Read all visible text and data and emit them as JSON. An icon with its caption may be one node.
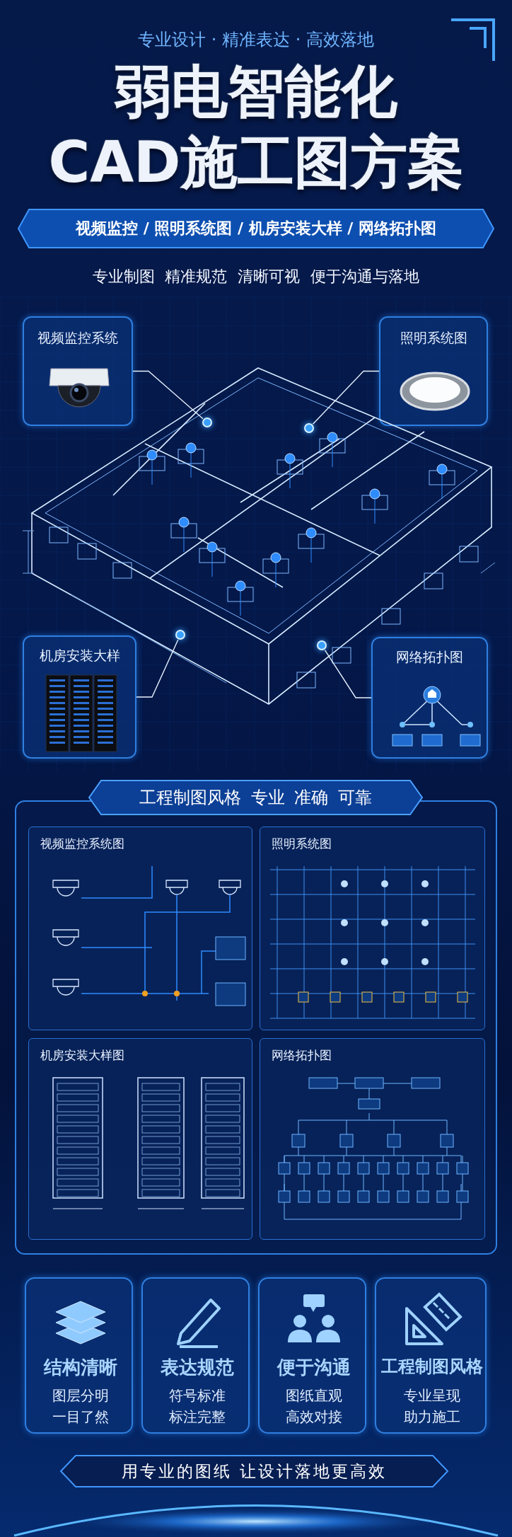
{
  "diagram": {
    "title": "弱电智能化 CAD施工图方案",
    "labels": [
      "专业设计 · 精准表达 · 高效落地",
      "专业制图 精准规范 清晰可视 便于沟通与落地"
    ],
    "nodes": [
      {
        "text": [
          "视频监控 / 照明系统图 / 机房安装大样 / 网络拓扑图"
        ]
      },
      {
        "text": [
          "视频监控系统"
        ]
      },
      {
        "text": [
          "照明系统图"
        ]
      },
      {
        "text": [],
        "shape": "picture"
      },
      {
        "text": [],
        "shape": "circle",
        "in": 3
      },
      {
        "text": [],
        "shape": "circle",
        "in": 3
      },
      {
        "text": [],
        "shape": "circle",
        "in": 3
      },
      {
        "text": [],
        "shape": "circle",
        "in": 3
      },
      {
        "text": [
          "机房安装大样"
        ]
      },
      {
        "text": [
          "网络拓扑图"
        ]
      },
      {
        "text": [
          "工程制图风格 专业 准确 可靠"
        ]
      },
      {
        "text": [
          "视频监控系统图"
        ],
        "in": 10
      },
      {
        "text": [
          "照明系统图"
        ],
        "in": 10
      },
      {
        "text": [
          "机房安装大样图"
        ],
        "in": 10
      },
      {
        "text": [
          "网络拓扑图"
        ],
        "in": 10
      },
      {
        "text": [
          "结构清晰",
          "图层分明",
          "一目了然"
        ]
      },
      {
        "text": [
          "表达规范",
          "符号标准",
          "标注完整"
        ]
      },
      {
        "text": [
          "便于沟通",
          "图纸直观",
          "高效对接"
        ]
      },
      {
        "text": [
          "工程制图风格",
          "专业呈现",
          "助力施工"
        ]
      },
      {
        "text": [
          "用专业的图纸 让设计落地更高效"
        ]
      }
    ],
    "edges": [
      {
        "from": 1,
        "to": 5,
        "arrow": "none"
      },
      {
        "from": 2,
        "to": 6,
        "arrow": "none"
      },
      {
        "from": 8,
        "to": 4,
        "arrow": "none"
      },
      {
        "from": 9,
        "to": 7,
        "arrow": "none"
      }
    ]
  }
}
